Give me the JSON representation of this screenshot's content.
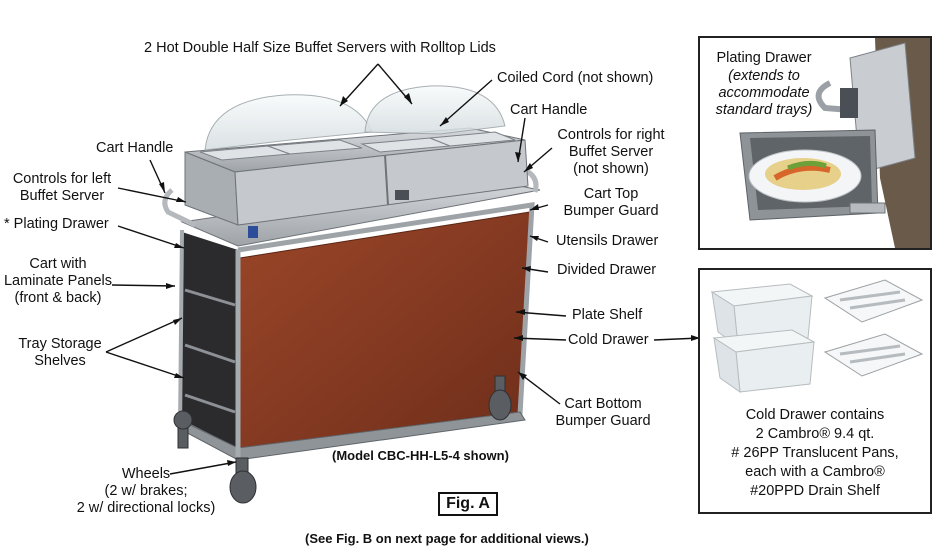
{
  "labels": {
    "servers": "2 Hot Double Half Size Buffet Servers with Rolltop Lids",
    "coiled_cord": "Coiled Cord (not shown)",
    "cart_handle_left": "Cart Handle",
    "cart_handle_right": "Cart Handle",
    "controls_left": [
      "Controls for left",
      "Buffet Server"
    ],
    "controls_right": [
      "Controls for right",
      "Buffet Server",
      "(not shown)"
    ],
    "plating_drawer": "* Plating Drawer",
    "cart_top_bumper": [
      "Cart Top",
      "Bumper Guard"
    ],
    "utensils_drawer": "Utensils Drawer",
    "laminate": [
      "Cart with",
      "Laminate Panels",
      "(front & back)"
    ],
    "divided_drawer": "Divided Drawer",
    "plate_shelf": "Plate Shelf",
    "tray_storage": [
      "Tray Storage",
      "Shelves"
    ],
    "cold_drawer": "Cold Drawer",
    "cart_bottom_bumper": [
      "Cart Bottom",
      "Bumper Guard"
    ],
    "model": "(Model CBC-HH-L5-4 shown)",
    "wheels": [
      "Wheels",
      "(2 w/ brakes;",
      "2 w/ directional locks)"
    ],
    "fig": "Fig. A",
    "footer": "(See Fig. B on next page for additional views.)"
  },
  "inset_plating": {
    "title": "Plating Drawer",
    "note": [
      "(extends to",
      "accommodate",
      "standard trays)"
    ]
  },
  "inset_cold": {
    "caption": [
      "Cold Drawer contains",
      "2 Cambro® 9.4 qt.",
      "# 26PP Translucent Pans,",
      "each with a Cambro®",
      "#20PPD Drain Shelf"
    ]
  },
  "colors": {
    "laminate": "#8a3a22",
    "steel": "#b9bcc0",
    "steel_dark": "#7d8288",
    "lid": "#e9eef0"
  }
}
